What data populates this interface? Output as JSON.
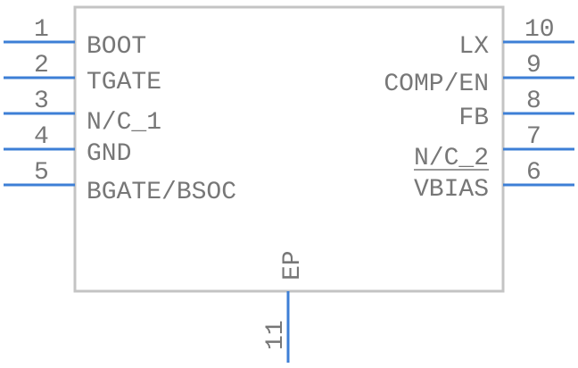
{
  "symbol": {
    "left_pins": [
      {
        "number": "1",
        "name": "BOOT"
      },
      {
        "number": "2",
        "name": "TGATE"
      },
      {
        "number": "3",
        "name": "N/C_1"
      },
      {
        "number": "4",
        "name": "GND"
      },
      {
        "number": "5",
        "name": "BGATE/BSOC"
      }
    ],
    "right_pins": [
      {
        "number": "10",
        "name": "LX"
      },
      {
        "number": "9",
        "name": "COMP/EN"
      },
      {
        "number": "8",
        "name": "FB"
      },
      {
        "number": "7",
        "name": "N/C_2"
      },
      {
        "number": "6",
        "name": "VBIAS"
      }
    ],
    "bottom_pins": [
      {
        "number": "11",
        "name": "EP"
      }
    ]
  },
  "colors": {
    "pin": "#3d7fd6",
    "outline": "#c4c4c4",
    "text": "#777777"
  }
}
